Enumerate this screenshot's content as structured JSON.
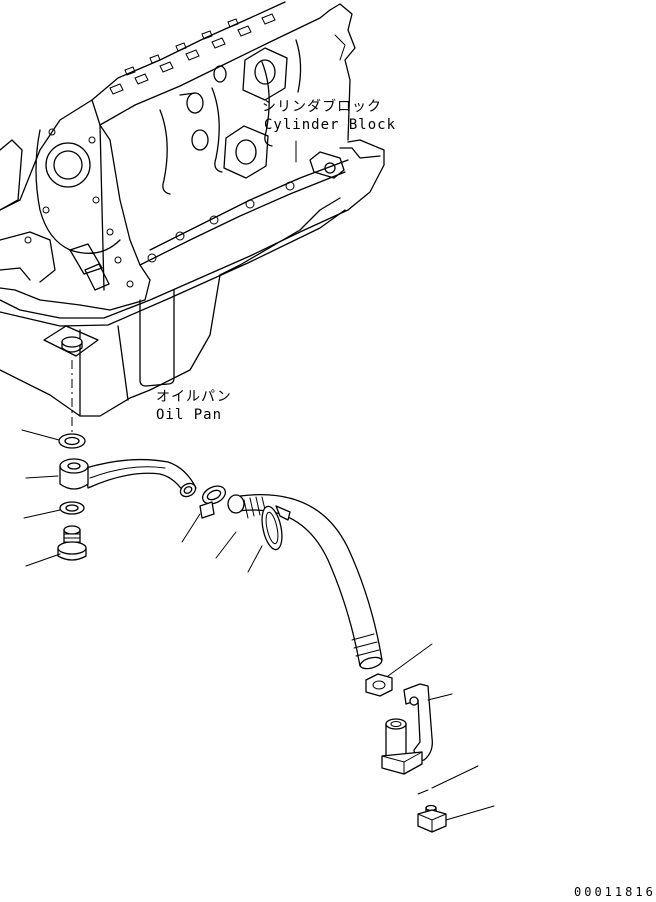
{
  "labels": {
    "cylinder_block_jp": "シリンダブロック",
    "cylinder_block_en": "Cylinder Block",
    "oil_pan_jp": "オイルパン",
    "oil_pan_en": "Oil Pan"
  },
  "drawing_code": "00011816"
}
